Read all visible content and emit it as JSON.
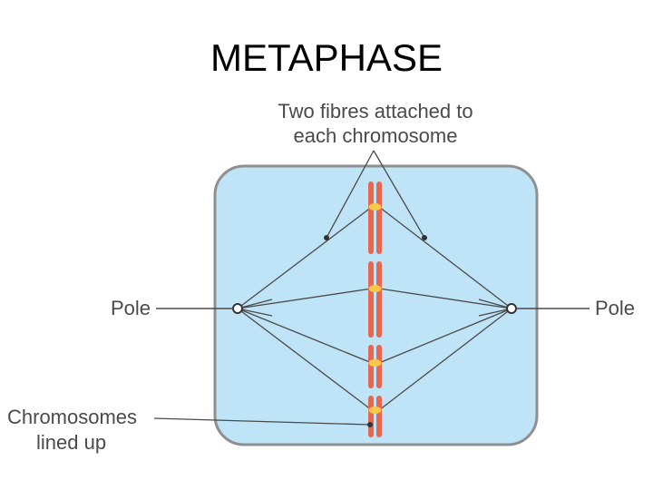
{
  "title": "METAPHASE",
  "labels": {
    "fibres_line1": "Two fibres attached to",
    "fibres_line2": "each chromosome",
    "pole_left": "Pole",
    "pole_right": "Pole",
    "chromosomes_line1": "Chromosomes",
    "chromosomes_line2": "lined up"
  },
  "colors": {
    "cell_fill": "#bfe4f7",
    "cell_outline": "#8f8f8f",
    "chromosome": "#e8674f",
    "centromere": "#f7c948",
    "fibre": "#4a4a4a"
  }
}
